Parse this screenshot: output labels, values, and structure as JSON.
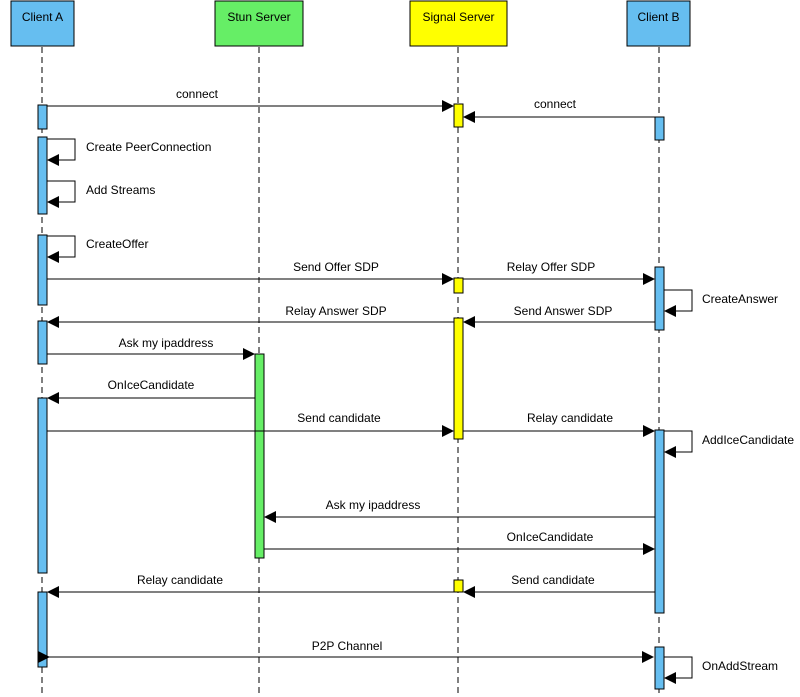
{
  "participants": [
    {
      "id": "client-a",
      "label": "Client A",
      "color": "#66BEF0"
    },
    {
      "id": "stun",
      "label": "Stun Server",
      "color": "#66EE66"
    },
    {
      "id": "signal",
      "label": "Signal Server",
      "color": "#FFFF00"
    },
    {
      "id": "client-b",
      "label": "Client B",
      "color": "#66BEF0"
    }
  ],
  "messages": [
    {
      "label": "connect",
      "from": "client-a",
      "to": "signal"
    },
    {
      "label": "connect",
      "from": "client-b",
      "to": "signal"
    },
    {
      "label": "Create PeerConnection",
      "from": "client-a",
      "to": "client-a"
    },
    {
      "label": "Add Streams",
      "from": "client-a",
      "to": "client-a"
    },
    {
      "label": "CreateOffer",
      "from": "client-a",
      "to": "client-a"
    },
    {
      "label": "Send Offer SDP",
      "from": "client-a",
      "to": "signal"
    },
    {
      "label": "Relay Offer SDP",
      "from": "signal",
      "to": "client-b"
    },
    {
      "label": "CreateAnswer",
      "from": "client-b",
      "to": "client-b"
    },
    {
      "label": "Relay Answer SDP",
      "from": "signal",
      "to": "client-a"
    },
    {
      "label": "Send Answer SDP",
      "from": "client-b",
      "to": "signal"
    },
    {
      "label": "Ask my ipaddress",
      "from": "client-a",
      "to": "stun"
    },
    {
      "label": "OnIceCandidate",
      "from": "stun",
      "to": "client-a"
    },
    {
      "label": "Send candidate",
      "from": "client-a",
      "to": "signal"
    },
    {
      "label": "Relay candidate",
      "from": "signal",
      "to": "client-b"
    },
    {
      "label": "AddIceCandidate",
      "from": "client-b",
      "to": "client-b"
    },
    {
      "label": "Ask my ipaddress",
      "from": "client-b",
      "to": "stun"
    },
    {
      "label": "OnIceCandidate",
      "from": "stun",
      "to": "client-b"
    },
    {
      "label": "Relay candidate",
      "from": "signal",
      "to": "client-a"
    },
    {
      "label": "Send candidate",
      "from": "client-b",
      "to": "signal"
    },
    {
      "label": "P2P Channel",
      "from": "client-a",
      "to": "client-b"
    },
    {
      "label": "OnAddStream",
      "from": "client-b",
      "to": "client-b"
    }
  ]
}
